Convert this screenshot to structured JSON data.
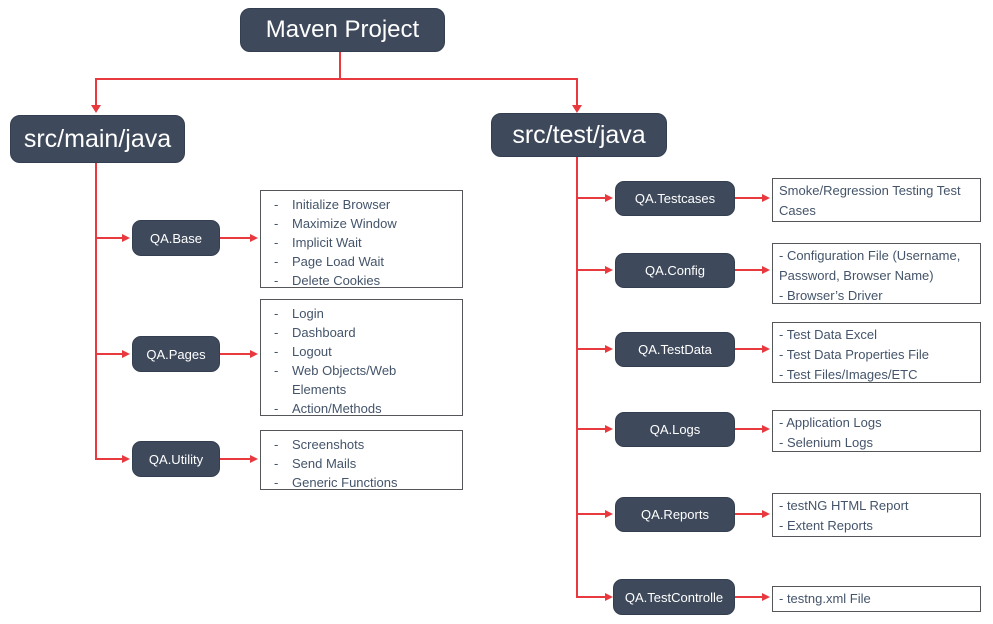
{
  "root": {
    "label": "Maven Project"
  },
  "colors": {
    "node_fill": "#3e4a5c",
    "connector_red": "#e8393f",
    "detail_text": "#44546a",
    "detail_border": "#55565a",
    "background": "#ffffff"
  },
  "main": {
    "label": "src/main/java",
    "nodes": [
      {
        "label": "QA.Base",
        "items": [
          "Initialize Browser",
          "Maximize Window",
          "Implicit Wait",
          "Page Load Wait",
          "Delete Cookies"
        ]
      },
      {
        "label": "QA.Pages",
        "items": [
          "Login",
          "Dashboard",
          "Logout",
          "Web Objects/Web Elements",
          "Action/Methods"
        ]
      },
      {
        "label": "QA.Utility",
        "items": [
          "Screenshots",
          "Send Mails",
          "Generic Functions"
        ]
      }
    ]
  },
  "test": {
    "label": "src/test/java",
    "nodes": [
      {
        "label": "QA.Testcases",
        "lines": [
          "Smoke/Regression Testing Test Cases"
        ]
      },
      {
        "label": "QA.Config",
        "lines": [
          "- Configuration File (Username, Password, Browser Name)",
          "- Browser’s Driver"
        ]
      },
      {
        "label": "QA.TestData",
        "lines": [
          "- Test Data Excel",
          "- Test Data Properties File",
          "- Test Files/Images/ETC"
        ]
      },
      {
        "label": "QA.Logs",
        "lines": [
          "- Application Logs",
          "- Selenium Logs"
        ]
      },
      {
        "label": "QA.Reports",
        "lines": [
          "- testNG HTML Report",
          "- Extent Reports"
        ]
      },
      {
        "label": "QA.TestControlle",
        "lines": [
          "- testng.xml File"
        ]
      }
    ]
  }
}
